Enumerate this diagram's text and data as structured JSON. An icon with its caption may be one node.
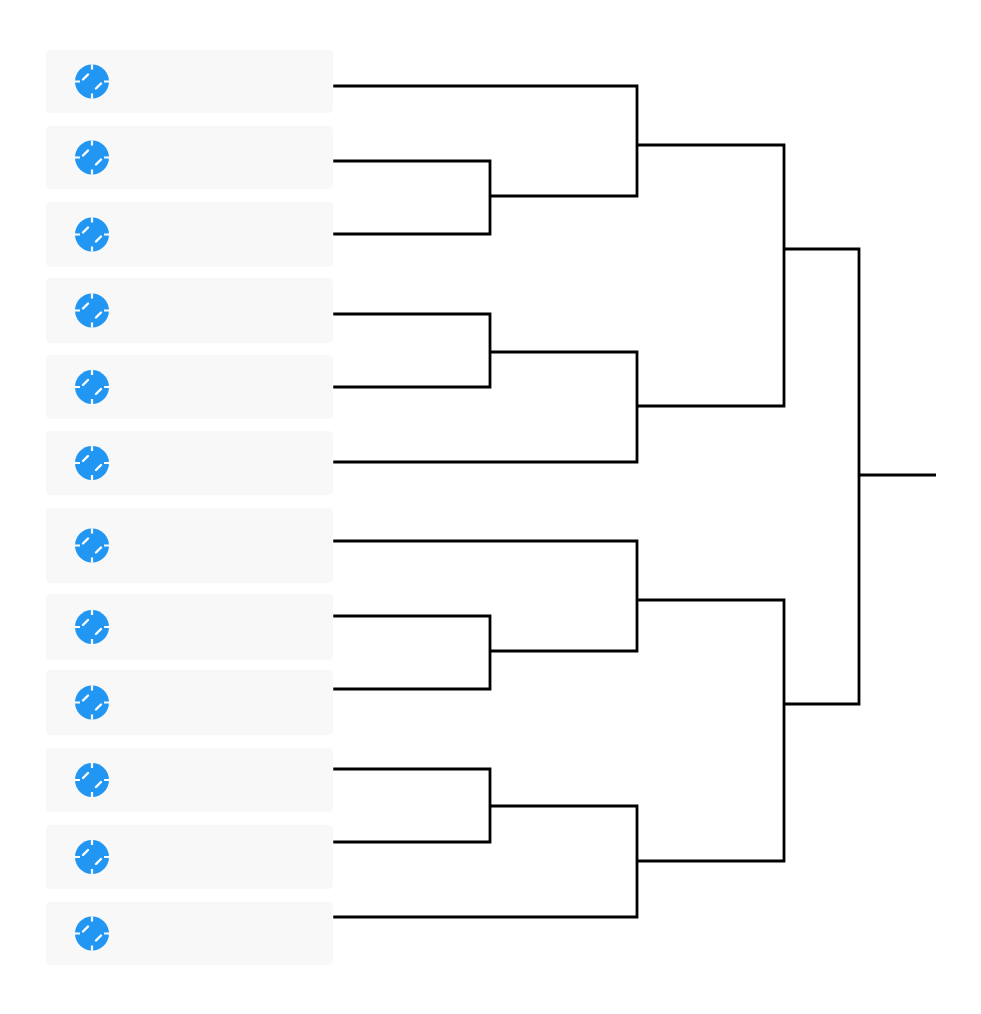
{
  "diagram": {
    "nodes": [
      {
        "text": [],
        "shape": "box"
      },
      {
        "text": [],
        "shape": "box"
      },
      {
        "text": [],
        "shape": "box"
      },
      {
        "text": [],
        "shape": "box"
      },
      {
        "text": [],
        "shape": "box"
      },
      {
        "text": [],
        "shape": "box"
      },
      {
        "text": [],
        "shape": "box"
      },
      {
        "text": [],
        "shape": "box"
      },
      {
        "text": [],
        "shape": "box"
      },
      {
        "text": [],
        "shape": "box"
      },
      {
        "text": [],
        "shape": "box"
      },
      {
        "text": [],
        "shape": "box"
      }
    ],
    "edges": [
      {
        "from": 0,
        "to": null,
        "arrow": "none"
      },
      {
        "from": 1,
        "to": null,
        "arrow": "none"
      },
      {
        "from": 2,
        "to": null,
        "arrow": "none"
      },
      {
        "from": 3,
        "to": null,
        "arrow": "none"
      },
      {
        "from": 4,
        "to": null,
        "arrow": "none"
      },
      {
        "from": 5,
        "to": null,
        "arrow": "none"
      },
      {
        "from": 6,
        "to": null,
        "arrow": "none"
      },
      {
        "from": 7,
        "to": null,
        "arrow": "none"
      },
      {
        "from": 8,
        "to": null,
        "arrow": "none"
      },
      {
        "from": 9,
        "to": null,
        "arrow": "none"
      },
      {
        "from": 10,
        "to": null,
        "arrow": "none"
      },
      {
        "from": 11,
        "to": null,
        "arrow": "none"
      }
    ]
  }
}
